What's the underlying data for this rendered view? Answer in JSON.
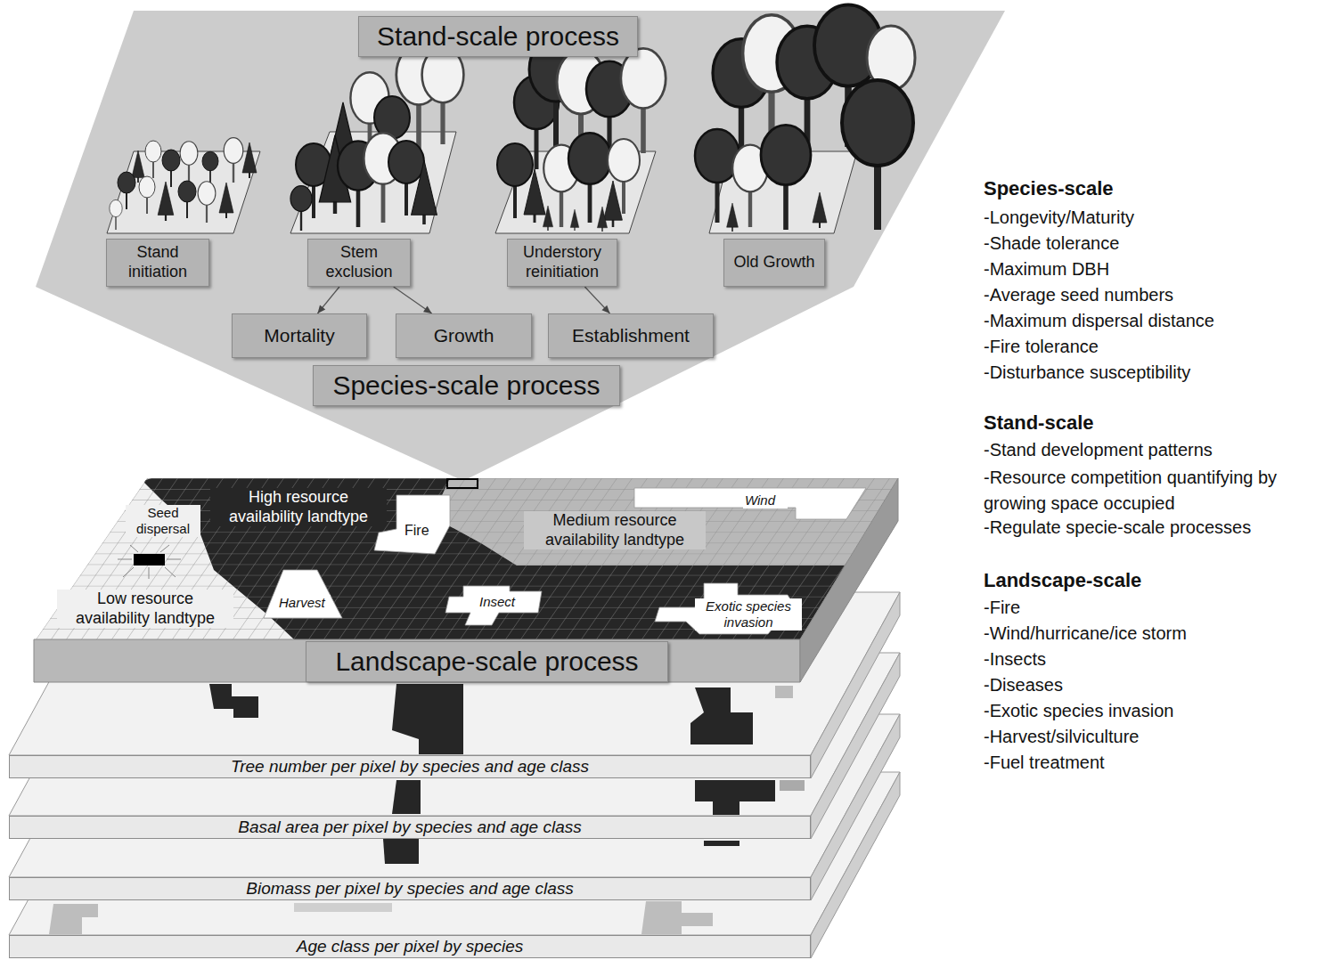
{
  "diagram": {
    "nodes": [
      {
        "text": [
          "Stand-scale process"
        ]
      },
      {
        "text": [
          "Stand initiation"
        ]
      },
      {
        "text": [
          "Stem exclusion"
        ]
      },
      {
        "text": [
          "Understory reinitiation"
        ]
      },
      {
        "text": [
          "Old Growth"
        ]
      },
      {
        "text": [
          "Mortality"
        ]
      },
      {
        "text": [
          "Growth"
        ]
      },
      {
        "text": [
          "Establishment"
        ]
      },
      {
        "text": [
          "Species-scale process"
        ]
      },
      {
        "text": [
          "Landscape-scale process"
        ]
      },
      {
        "text": [
          "Tree number per pixel by species and age class"
        ]
      },
      {
        "text": [
          "Basal area per pixel by species and age class"
        ]
      },
      {
        "text": [
          "Biomass per pixel by species and age class"
        ]
      },
      {
        "text": [
          "Age class per pixel by species"
        ]
      }
    ],
    "edges": [
      {
        "from": 2,
        "to": 5,
        "arrow": "to"
      },
      {
        "from": 2,
        "to": 6,
        "arrow": "to"
      },
      {
        "from": 3,
        "to": 7,
        "arrow": "to"
      }
    ],
    "labels": [
      "High resource availability landtype",
      "Seed dispersal",
      "Fire",
      "Wind",
      "Medium resource availability landtype",
      "Low resource availability landtype",
      "Harvest",
      "Insect",
      "Exotic species invasion",
      "Species-scale",
      "-Longevity/Maturity",
      "-Shade tolerance",
      "-Maximum DBH",
      "-Average seed numbers",
      "-Maximum dispersal distance",
      "-Fire tolerance",
      "-Disturbance susceptibility",
      "Stand-scale",
      "-Stand development patterns",
      "-Resource competition quantifying by growing space occupied",
      "-Regulate specie-scale processes",
      "Landscape-scale",
      "-Fire",
      "-Wind/hurricane/ice storm",
      "-Insects",
      "-Diseases",
      "-Exotic species invasion",
      "-Harvest/silviculture",
      "-Fuel treatment"
    ]
  }
}
